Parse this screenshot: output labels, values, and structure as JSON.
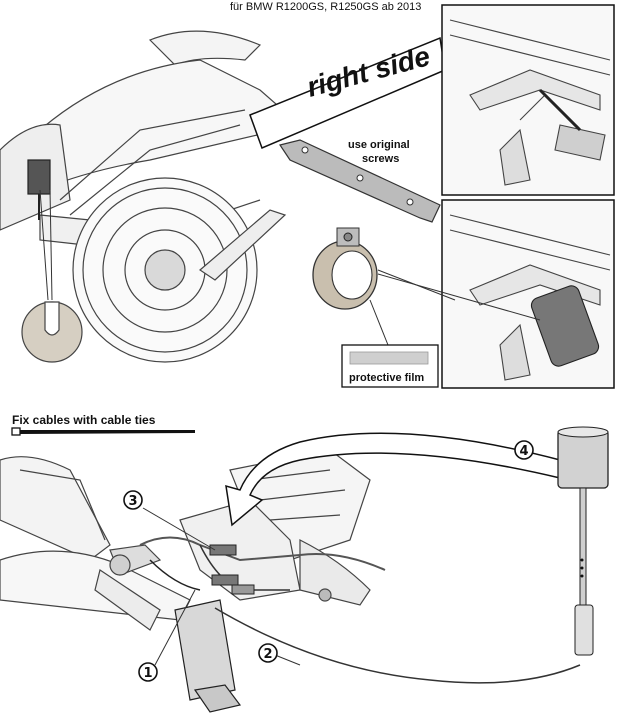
{
  "header_text": "für BMW R1200GS, R1250GS ab 2013",
  "top_section": {
    "banner_text": "right side",
    "screws_note_line1": "use original",
    "screws_note_line2": "screws",
    "film_label": "protective film"
  },
  "bottom_section": {
    "cable_note": "Fix cables with cable ties",
    "callouts": [
      "1",
      "2",
      "3",
      "4"
    ]
  }
}
